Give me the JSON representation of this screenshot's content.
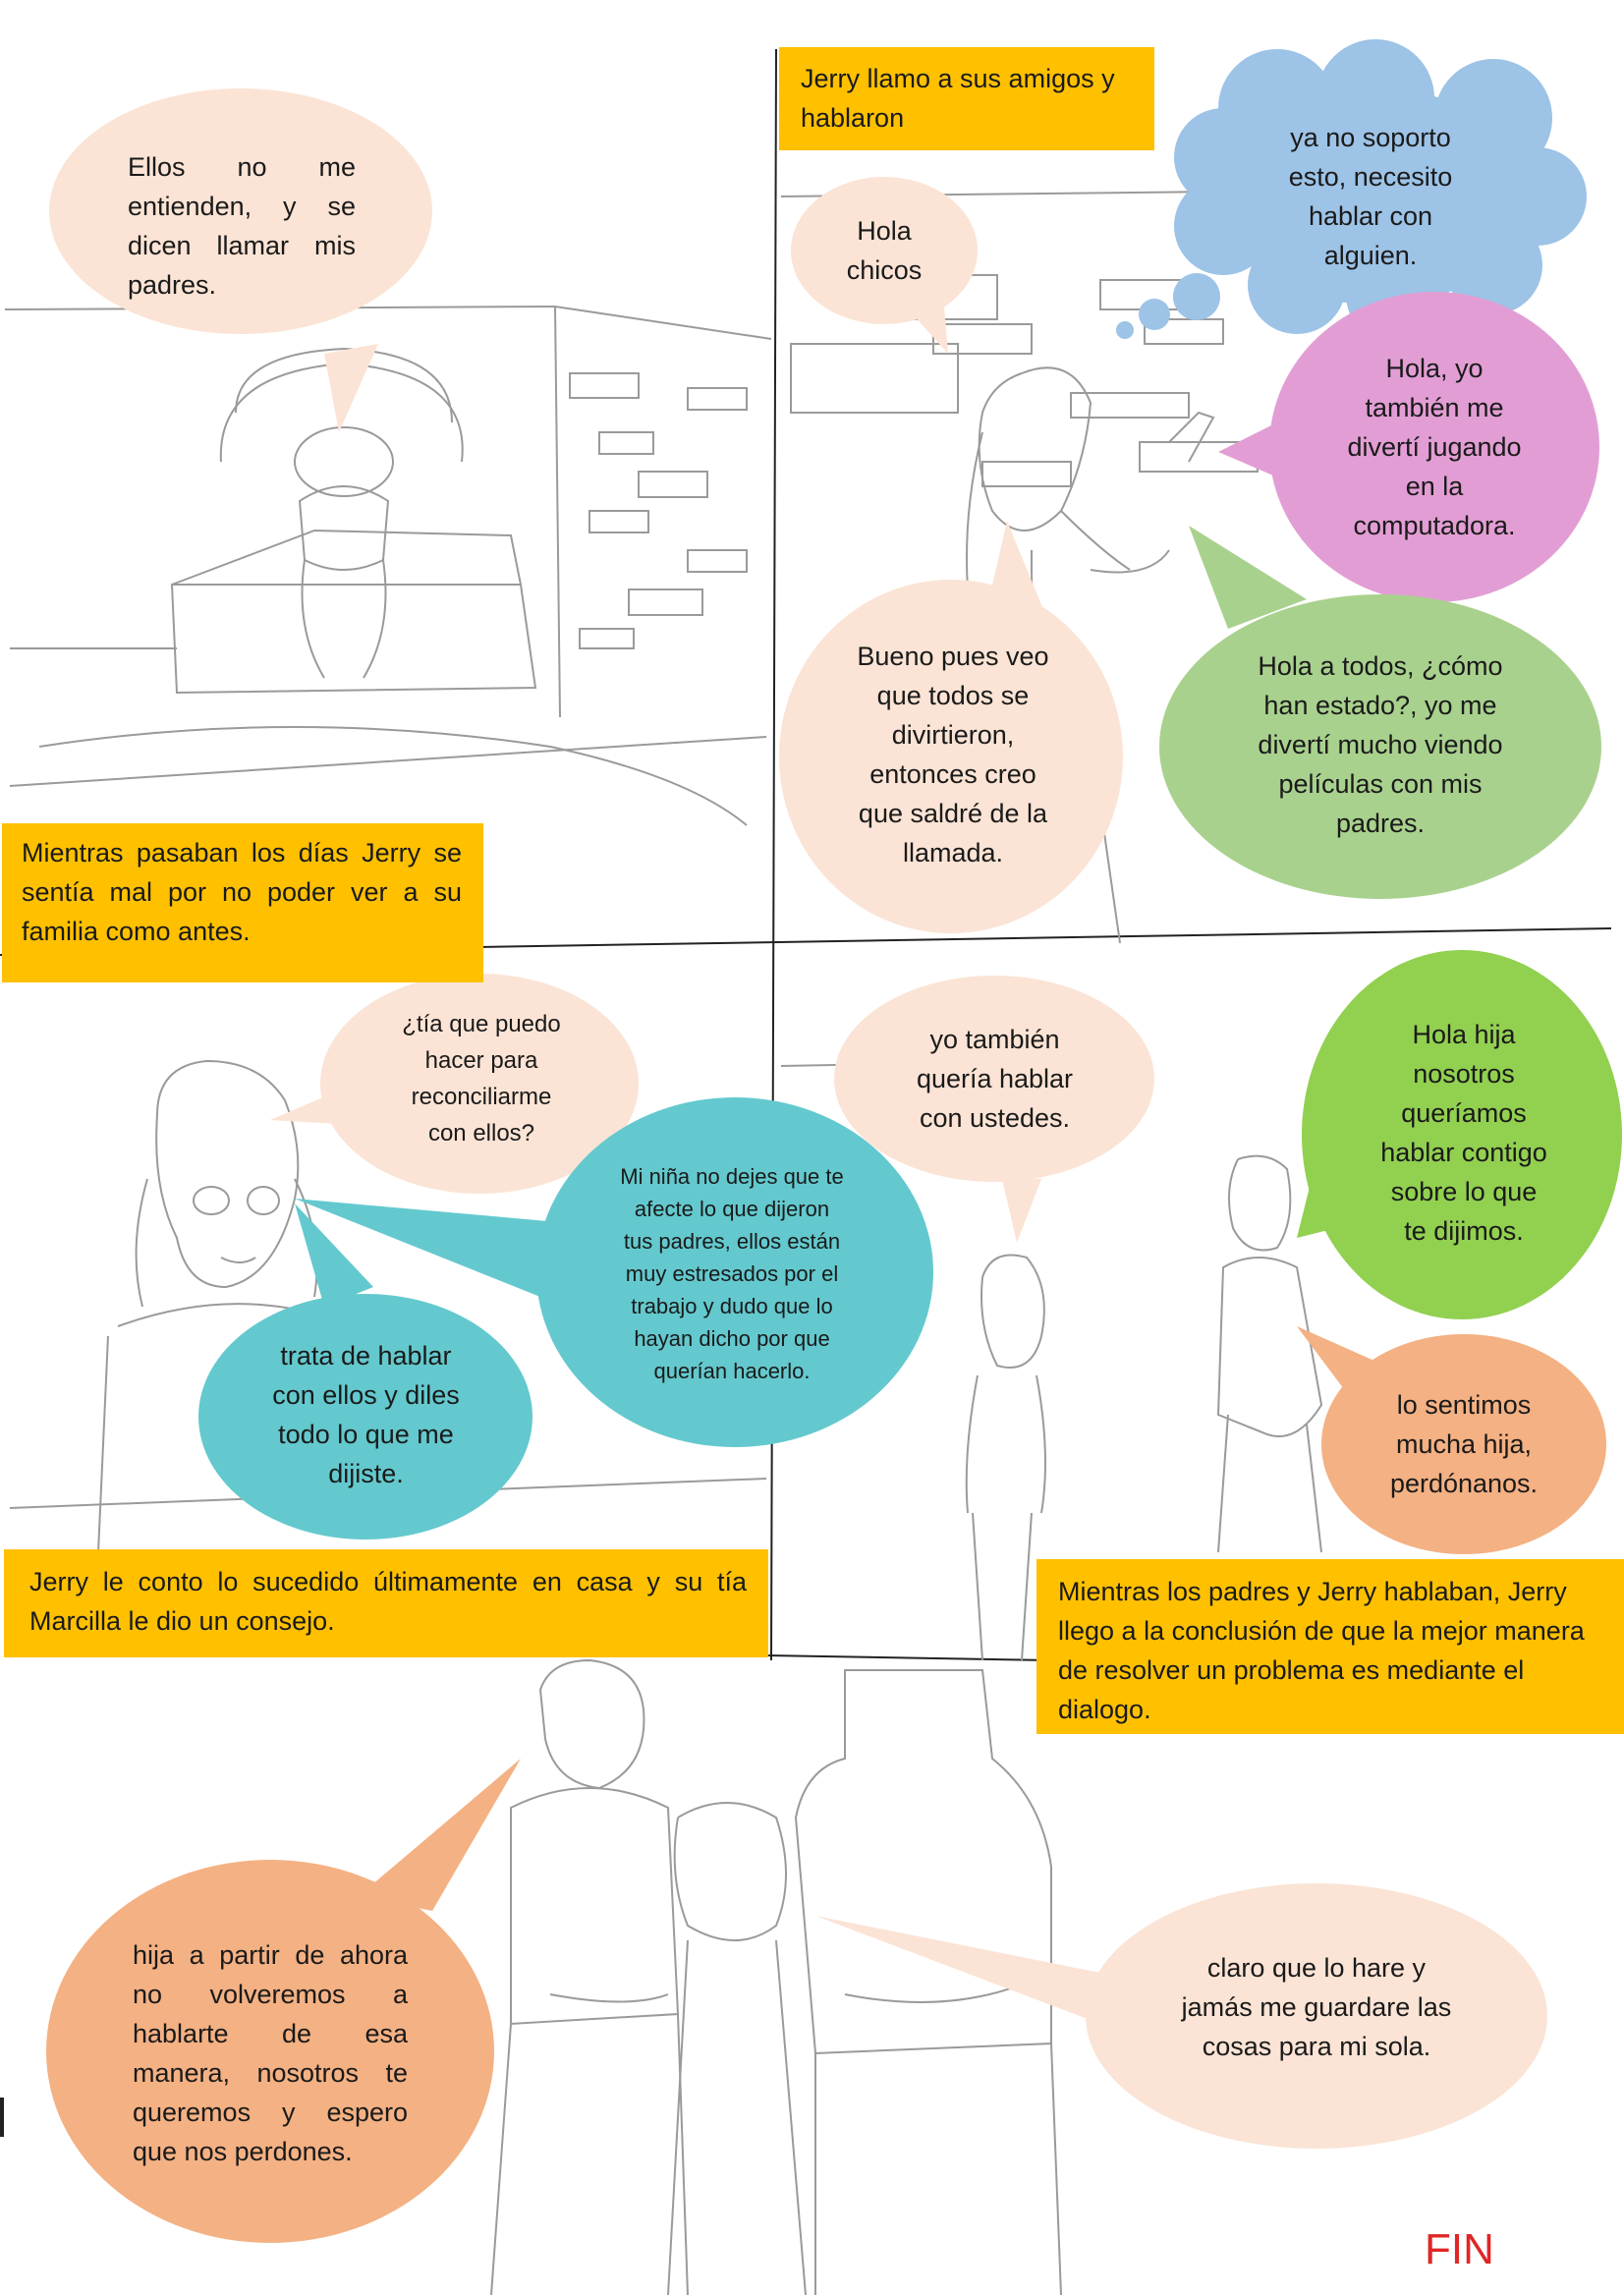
{
  "colors": {
    "caption": "#ffc000",
    "peach": "#fbe4d5",
    "blue": "#9dc3e6",
    "pink": "#e29ed4",
    "green_light": "#a9d18e",
    "green": "#92d050",
    "teal": "#63c9ce",
    "salmon": "#f4b183",
    "fin": "#e02626"
  },
  "panel1": {
    "bubble": "Ellos no me entienden, y se dicen llamar mis padres.",
    "caption": "Mientras pasaban los días Jerry se sentía mal por no poder ver a su familia como antes."
  },
  "panel2": {
    "caption": "Jerry llamo a sus amigos y\nhablaron",
    "hola": "Hola\nchicos",
    "thought": "ya no soporto\nesto, necesito\nhablar con\nalguien.",
    "pink": "Hola, yo\ntambién me\ndivertí jugando\nen la\ncomputadora.",
    "bueno": "Bueno pues veo\nque todos se\ndivirtieron,\nentonces creo\nque saldré de la\nllamada.",
    "green": "Hola a todos, ¿cómo\nhan estado?, yo me\ndivertí mucho viendo\npelículas con mis\npadres."
  },
  "panel3": {
    "question": "¿tía que puedo\nhacer para\nreconciliarme\ncon ellos?",
    "advice": "Mi niña no dejes que te\nafecte lo que dijeron\ntus padres, ellos están\nmuy estresados por el\ntrabajo y dudo que lo\nhayan dicho por que\nquerían hacerlo.",
    "talk": "trata de hablar\ncon ellos y diles\ntodo lo que me\ndijiste.",
    "caption": "Jerry le conto lo sucedido últimamente en casa y su tía Marcilla le dio un consejo."
  },
  "panel4": {
    "yo": "yo también\nquería hablar\ncon ustedes.",
    "hola_hija": "Hola hija\nnosotros\nqueríamos\nhablar contigo\nsobre lo que\nte dijimos.",
    "sorry": "lo sentimos\nmucha hija,\nperdónanos.",
    "caption": "Mientras los padres y Jerry hablaban, Jerry\nllego a la conclusión de que la mejor manera\nde resolver un problema es mediante el\ndialogo."
  },
  "panel5": {
    "parents": "hija a partir de ahora no volveremos a hablarte de esa manera, nosotros te queremos y espero que nos perdones.",
    "reply": "claro que lo hare y\njamás me guardare las\ncosas para mi sola.",
    "fin": "FIN"
  }
}
